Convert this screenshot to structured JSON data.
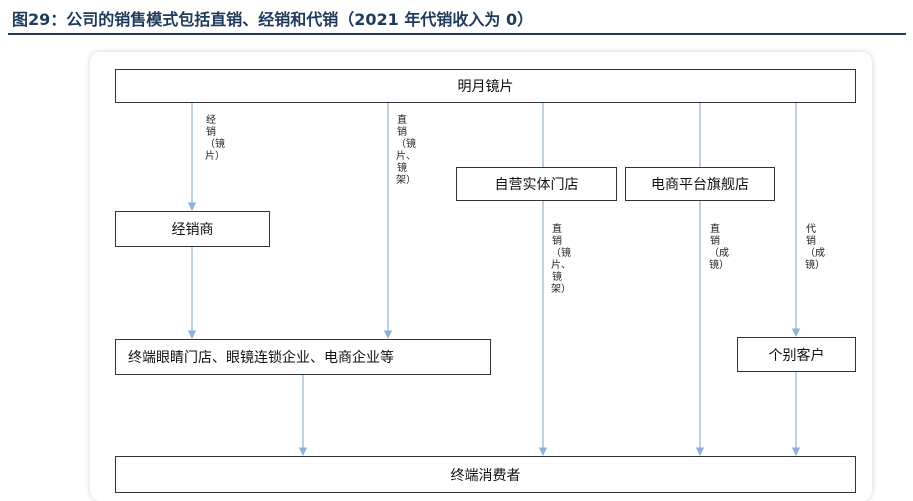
{
  "header": {
    "figure_title": "图29：公司的销售模式包括直销、经销和代销（2021 年代销收入为 0）"
  },
  "diagram": {
    "nodes": {
      "top": "明月镜片",
      "self_store": "自营实体门店",
      "ecommerce_store": "电商平台旗舰店",
      "distributor": "经销商",
      "terminal_stores": "终端眼睛门店、眼镜连锁企业、电商企业等",
      "individual": "个别客户",
      "consumer": "终端消费者"
    },
    "edge_labels": {
      "distribution": "经销（镜片）",
      "direct_lens_frame": "直销（镜片、镜架）",
      "direct_self": "直销（镜片、镜架）",
      "direct_ecom": "直销（成镜）",
      "consignment": "代销（成镜）"
    }
  }
}
